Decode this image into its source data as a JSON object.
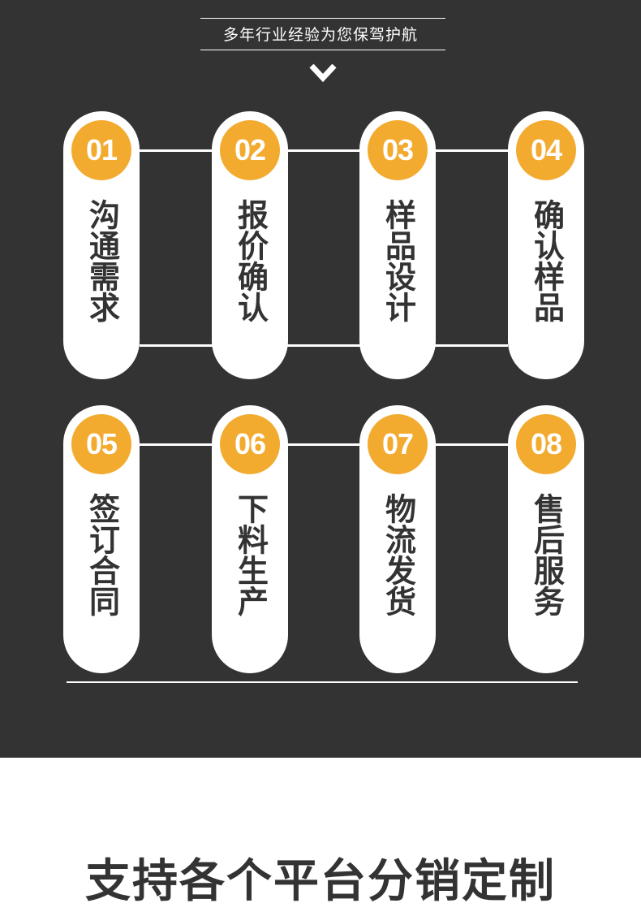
{
  "header": {
    "title": "",
    "subtitle": "多年行业经验为您保驾护航"
  },
  "steps": [
    {
      "number": "01",
      "label": "沟通需求"
    },
    {
      "number": "02",
      "label": "报价确认"
    },
    {
      "number": "03",
      "label": "样品设计"
    },
    {
      "number": "04",
      "label": "确认样品"
    },
    {
      "number": "05",
      "label": "签订合同"
    },
    {
      "number": "06",
      "label": "下料生产"
    },
    {
      "number": "07",
      "label": "物流发货"
    },
    {
      "number": "08",
      "label": "售后服务"
    }
  ],
  "footer": {
    "title": "支持各个平台分销定制",
    "title_line2": ""
  },
  "colors": {
    "background_dark": "#333333",
    "accent_orange": "#f2ab2f",
    "card_white": "#ffffff",
    "text_dark": "#333333"
  },
  "icons": {
    "chevron": "chevron-down-icon"
  }
}
